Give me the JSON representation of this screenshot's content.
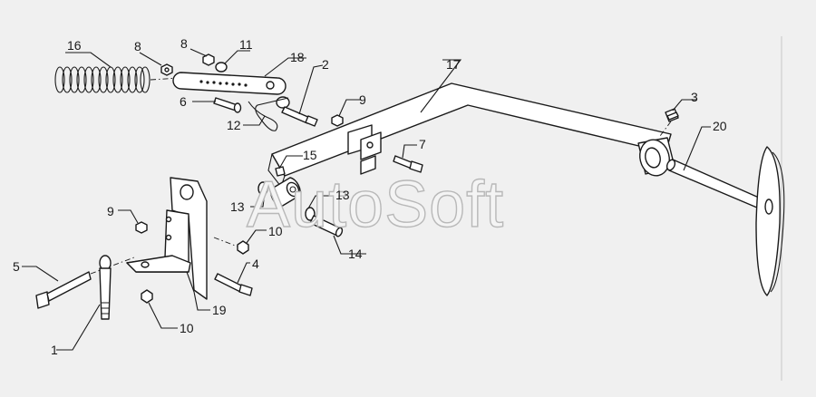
{
  "watermark": "AutoSoft",
  "callouts": [
    {
      "id": "c16",
      "text": "16"
    },
    {
      "id": "c8a",
      "text": "8"
    },
    {
      "id": "c8b",
      "text": "8"
    },
    {
      "id": "c11",
      "text": "11"
    },
    {
      "id": "c18",
      "text": "18"
    },
    {
      "id": "c2",
      "text": "2"
    },
    {
      "id": "c6",
      "text": "6"
    },
    {
      "id": "c12",
      "text": "12"
    },
    {
      "id": "c9a",
      "text": "9"
    },
    {
      "id": "c17",
      "text": "17"
    },
    {
      "id": "c3",
      "text": "3"
    },
    {
      "id": "c20",
      "text": "20"
    },
    {
      "id": "c7",
      "text": "7"
    },
    {
      "id": "c15",
      "text": "15"
    },
    {
      "id": "c13a",
      "text": "13"
    },
    {
      "id": "c13b",
      "text": "13"
    },
    {
      "id": "c9b",
      "text": "9"
    },
    {
      "id": "c10a",
      "text": "10"
    },
    {
      "id": "c14",
      "text": "14"
    },
    {
      "id": "c5",
      "text": "5"
    },
    {
      "id": "c4",
      "text": "4"
    },
    {
      "id": "c19",
      "text": "19"
    },
    {
      "id": "c10b",
      "text": "10"
    },
    {
      "id": "c1",
      "text": "1"
    }
  ]
}
